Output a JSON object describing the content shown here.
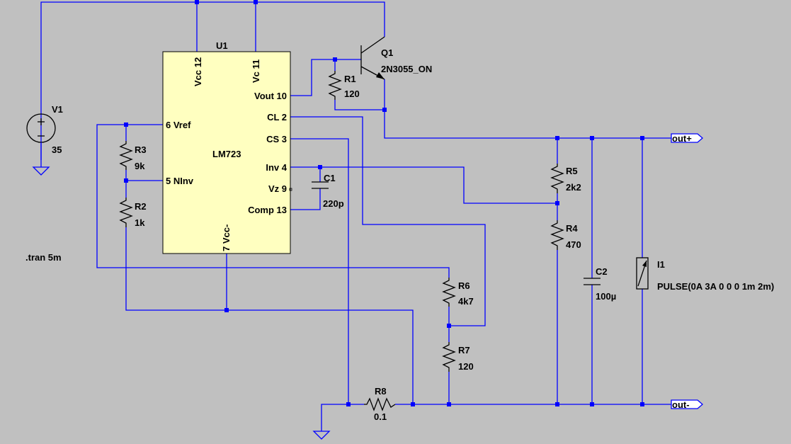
{
  "ic": {
    "ref": "U1",
    "part": "LM723",
    "pins": {
      "vcc12": "Vcc 12",
      "vc11": "Vc 11",
      "vout10": "Vout 10",
      "cl2": "CL 2",
      "cs3": "CS 3",
      "inv4": "Inv 4",
      "vz9": "Vz 9",
      "comp13": "Comp 13",
      "vref6": "6 Vref",
      "ninv5": "5 NInv",
      "vcc7": "7 Vcc-"
    }
  },
  "transistor": {
    "ref": "Q1",
    "part": "2N3055_ON"
  },
  "source": {
    "ref": "V1",
    "value": "35"
  },
  "current_source": {
    "ref": "I1",
    "value": "PULSE(0A 3A 0 0 0 1m 2m)"
  },
  "resistors": {
    "r1": {
      "ref": "R1",
      "value": "120"
    },
    "r2": {
      "ref": "R2",
      "value": "1k"
    },
    "r3": {
      "ref": "R3",
      "value": "9k"
    },
    "r4": {
      "ref": "R4",
      "value": "470"
    },
    "r5": {
      "ref": "R5",
      "value": "2k2"
    },
    "r6": {
      "ref": "R6",
      "value": "4k7"
    },
    "r7": {
      "ref": "R7",
      "value": "120"
    },
    "r8": {
      "ref": "R8",
      "value": "0.1"
    }
  },
  "capacitors": {
    "c1": {
      "ref": "C1",
      "value": "220p"
    },
    "c2": {
      "ref": "C2",
      "value": "100µ"
    }
  },
  "ports": {
    "out_pos": "out+",
    "out_neg": "out-"
  },
  "directive": ".tran 5m",
  "colors": {
    "background": "#c0c0c0",
    "wire": "#0000ff",
    "ic_fill": "#ffffc0",
    "component": "#000000"
  }
}
